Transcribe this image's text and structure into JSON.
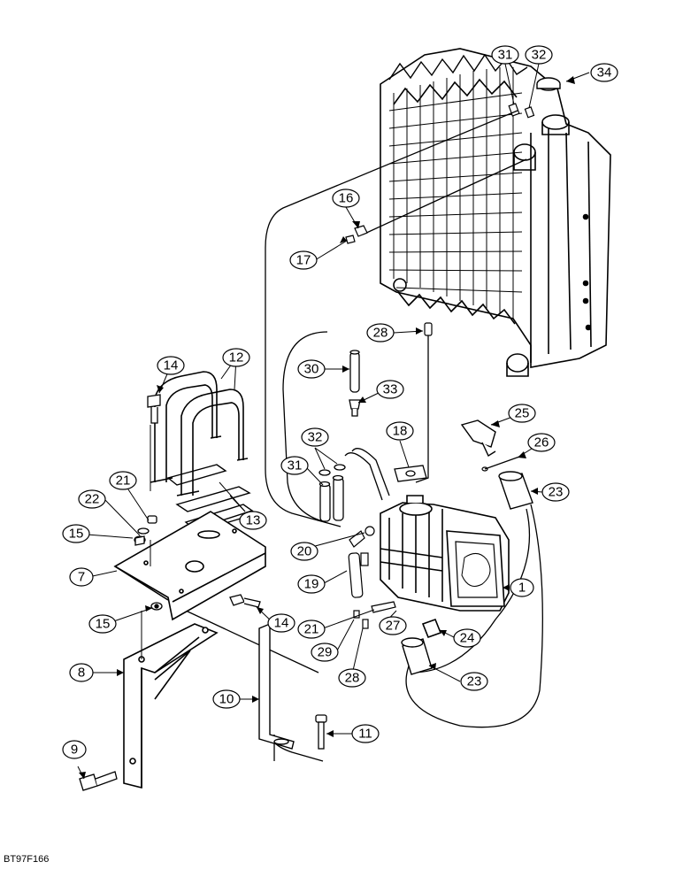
{
  "callouts": [
    {
      "label": "31"
    },
    {
      "label": "32"
    },
    {
      "label": "34"
    },
    {
      "label": "16"
    },
    {
      "label": "17"
    },
    {
      "label": "28"
    },
    {
      "label": "30"
    },
    {
      "label": "33"
    },
    {
      "label": "14"
    },
    {
      "label": "12"
    },
    {
      "label": "18"
    },
    {
      "label": "25"
    },
    {
      "label": "26"
    },
    {
      "label": "32"
    },
    {
      "label": "31"
    },
    {
      "label": "23"
    },
    {
      "label": "21"
    },
    {
      "label": "22"
    },
    {
      "label": "15"
    },
    {
      "label": "13"
    },
    {
      "label": "20"
    },
    {
      "label": "7"
    },
    {
      "label": "19"
    },
    {
      "label": "1"
    },
    {
      "label": "15"
    },
    {
      "label": "14"
    },
    {
      "label": "21"
    },
    {
      "label": "27"
    },
    {
      "label": "24"
    },
    {
      "label": "29"
    },
    {
      "label": "28"
    },
    {
      "label": "23"
    },
    {
      "label": "8"
    },
    {
      "label": "10"
    },
    {
      "label": "11"
    },
    {
      "label": "9"
    }
  ],
  "footer": {
    "figure_code": "BT97F166"
  }
}
